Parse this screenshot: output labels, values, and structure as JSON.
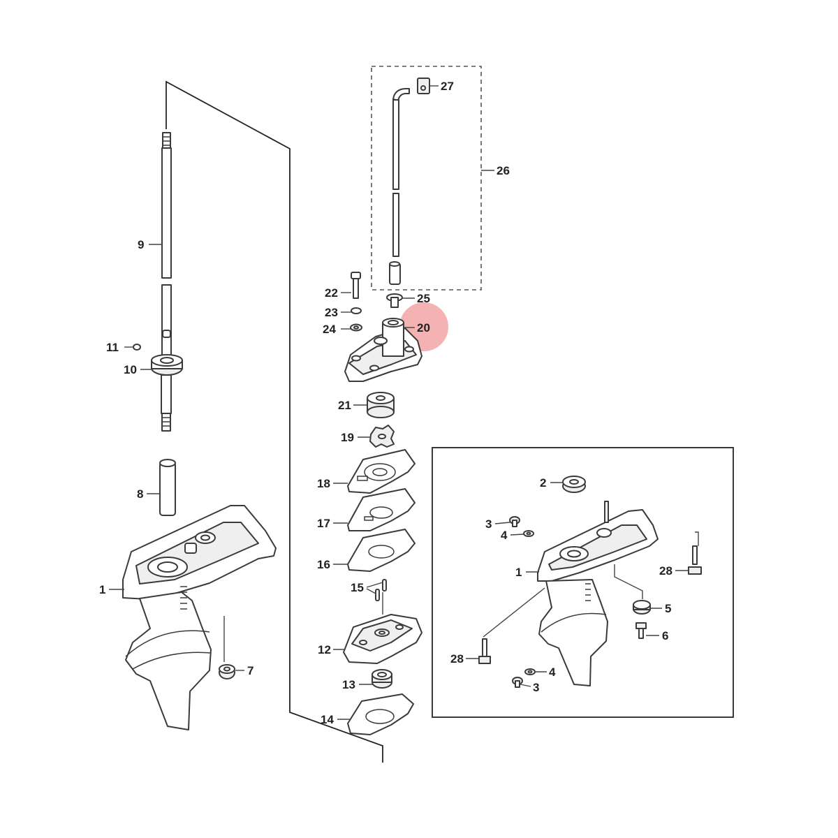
{
  "highlight": {
    "color": "#f3a4a4",
    "part": "20"
  },
  "callouts": [
    {
      "id": "c9",
      "text": "9"
    },
    {
      "id": "c11",
      "text": "11"
    },
    {
      "id": "c10",
      "text": "10"
    },
    {
      "id": "c8",
      "text": "8"
    },
    {
      "id": "c1a",
      "text": "1"
    },
    {
      "id": "c7",
      "text": "7"
    },
    {
      "id": "c27",
      "text": "27"
    },
    {
      "id": "c26",
      "text": "26"
    },
    {
      "id": "c22",
      "text": "22"
    },
    {
      "id": "c23",
      "text": "23"
    },
    {
      "id": "c24",
      "text": "24"
    },
    {
      "id": "c25",
      "text": "25"
    },
    {
      "id": "c20",
      "text": "20"
    },
    {
      "id": "c21",
      "text": "21"
    },
    {
      "id": "c19",
      "text": "19"
    },
    {
      "id": "c18",
      "text": "18"
    },
    {
      "id": "c17",
      "text": "17"
    },
    {
      "id": "c16",
      "text": "16"
    },
    {
      "id": "c15",
      "text": "15"
    },
    {
      "id": "c12",
      "text": "12"
    },
    {
      "id": "c13",
      "text": "13"
    },
    {
      "id": "c14",
      "text": "14"
    },
    {
      "id": "c2",
      "text": "2"
    },
    {
      "id": "c3a",
      "text": "3"
    },
    {
      "id": "c4a",
      "text": "4"
    },
    {
      "id": "c1b",
      "text": "1"
    },
    {
      "id": "c28a",
      "text": "28"
    },
    {
      "id": "c5",
      "text": "5"
    },
    {
      "id": "c6",
      "text": "6"
    },
    {
      "id": "c28b",
      "text": "28"
    },
    {
      "id": "c4b",
      "text": "4"
    },
    {
      "id": "c3b",
      "text": "3"
    }
  ]
}
